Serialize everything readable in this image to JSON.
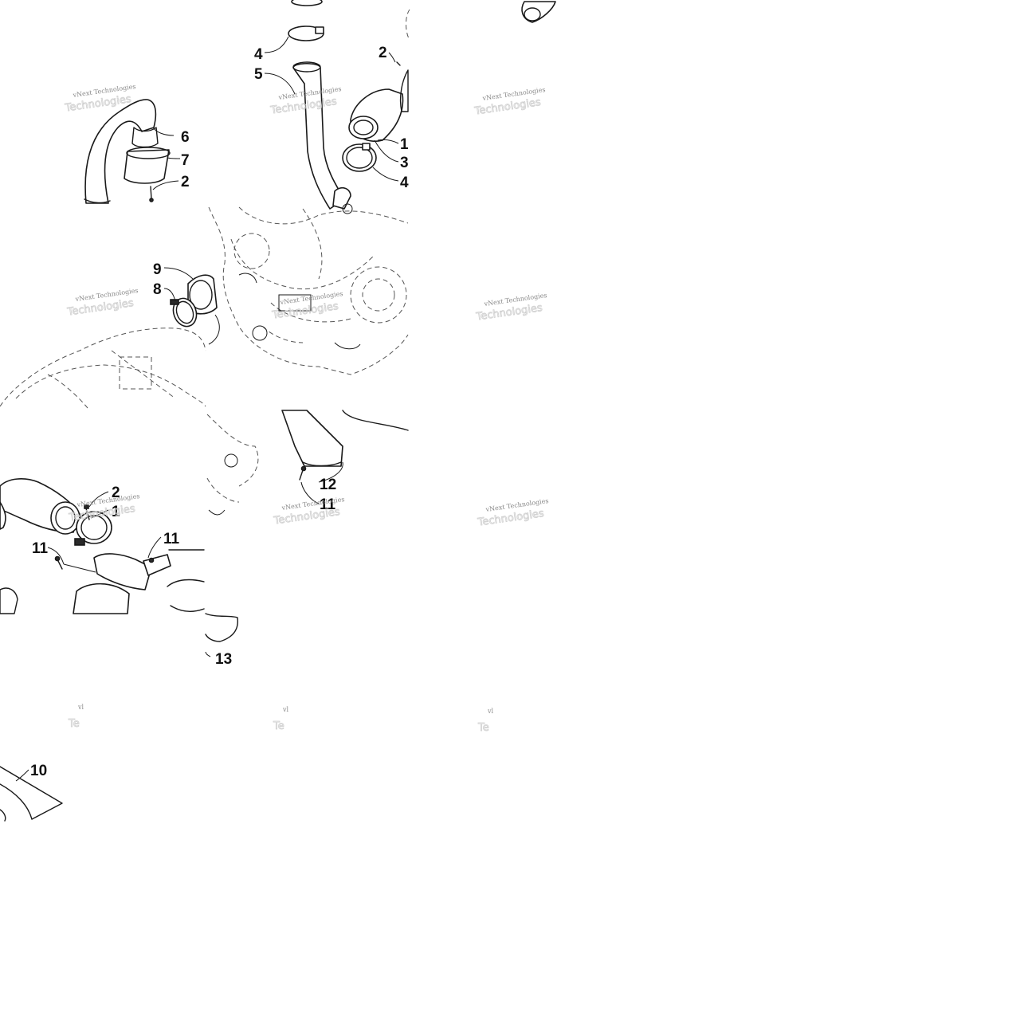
{
  "callouts": [
    "4",
    "5",
    "2",
    "6",
    "7",
    "2",
    "1",
    "3",
    "4",
    "9",
    "8",
    "2",
    "1",
    "11",
    "11",
    "12",
    "11",
    "13",
    "10"
  ],
  "watermarks": [
    {
      "line1": "vNext Technologies",
      "line2": "Technologies"
    },
    {
      "line1": "vNext Technologies",
      "line2": "Technologies"
    },
    {
      "line1": "vNext Technologies",
      "line2": "Technologies"
    },
    {
      "line1": "vNext Technologies",
      "line2": "Technologies"
    },
    {
      "line1": "vNext Technologies",
      "line2": "Technologies"
    },
    {
      "line1": "vNext Technologies",
      "line2": "Technologies"
    },
    {
      "line1": "vNext Technologies",
      "line2": "Technologies"
    },
    {
      "line1": "vNext Technologies",
      "line2": "Technologies"
    },
    {
      "line1": "vNext Technologies",
      "line2": "Technologies"
    },
    {
      "line1": "vl",
      "line2": "Te"
    },
    {
      "line1": "vl",
      "line2": "Te"
    },
    {
      "line1": "vl",
      "line2": "Te"
    }
  ]
}
